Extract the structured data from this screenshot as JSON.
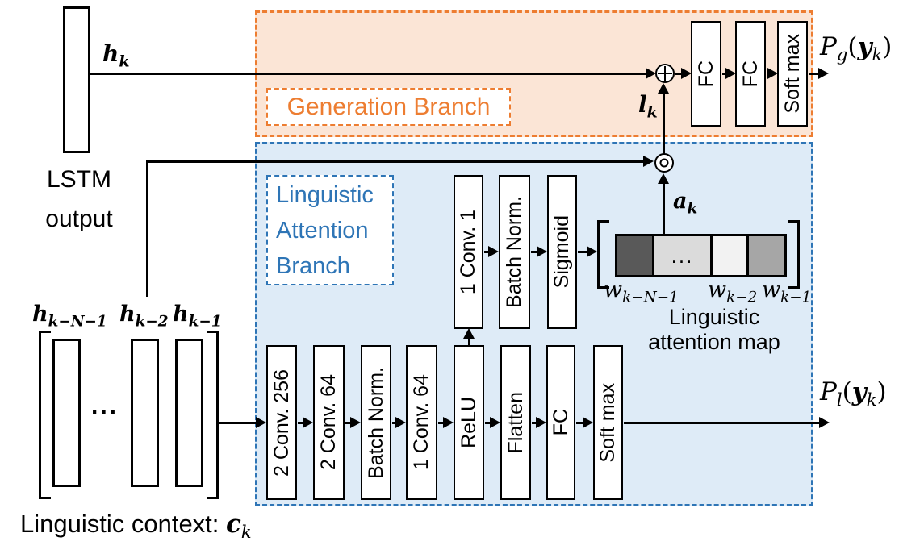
{
  "lstm": {
    "caption_line1": "LSTM",
    "caption_line2": "output"
  },
  "labels": {
    "h_k": {
      "base": "h",
      "sub": "k"
    },
    "l_k": {
      "base": "l",
      "sub": "k"
    },
    "a_k": {
      "base": "a",
      "sub": "k"
    },
    "p_g": {
      "p": "P",
      "sub": "g",
      "open": "(",
      "y": "y",
      "ysub": "k",
      "close": ")"
    },
    "p_l": {
      "p": "P",
      "sub": "l",
      "open": "(",
      "y": "y",
      "ysub": "k",
      "close": ")"
    }
  },
  "generation_branch": {
    "title": "Generation Branch",
    "accent": "#ED7D31",
    "fill": "#FBE5D6",
    "blocks": [
      "FC",
      "FC",
      "Soft max"
    ]
  },
  "attention_branch": {
    "title_line1": "Linguistic",
    "title_line2": "Attention",
    "title_line3": "Branch",
    "accent": "#2E75B6",
    "fill": "#DEEBF7",
    "upper_blocks": [
      "1 Conv. 1",
      "Batch Norm.",
      "Sigmoid"
    ],
    "lower_blocks": [
      "2 Conv. 256",
      "2 Conv. 64",
      "Batch Norm.",
      "1 Conv. 64",
      "ReLU",
      "Flatten",
      "FC",
      "Soft max"
    ]
  },
  "attention_map": {
    "caption_line1": "Linguistic",
    "caption_line2": "attention map",
    "cell_ellipsis": "...",
    "cell_colors": [
      "#595959",
      "#DBDBDB",
      "#F2F2F2",
      "#A6A6A6"
    ],
    "weights": [
      {
        "base": "w",
        "sub": "k−N−1"
      },
      {
        "base": "w",
        "sub": "k−2"
      },
      {
        "base": "w",
        "sub": "k−1"
      }
    ]
  },
  "context": {
    "h_labels": [
      {
        "base": "h",
        "sub": "k−N−1"
      },
      {
        "base": "h",
        "sub": "k−2"
      },
      {
        "base": "h",
        "sub": "k−1"
      }
    ],
    "ellipsis": "...",
    "caption_prefix": "Linguistic context: ",
    "c": {
      "base": "c",
      "sub": "k"
    }
  }
}
